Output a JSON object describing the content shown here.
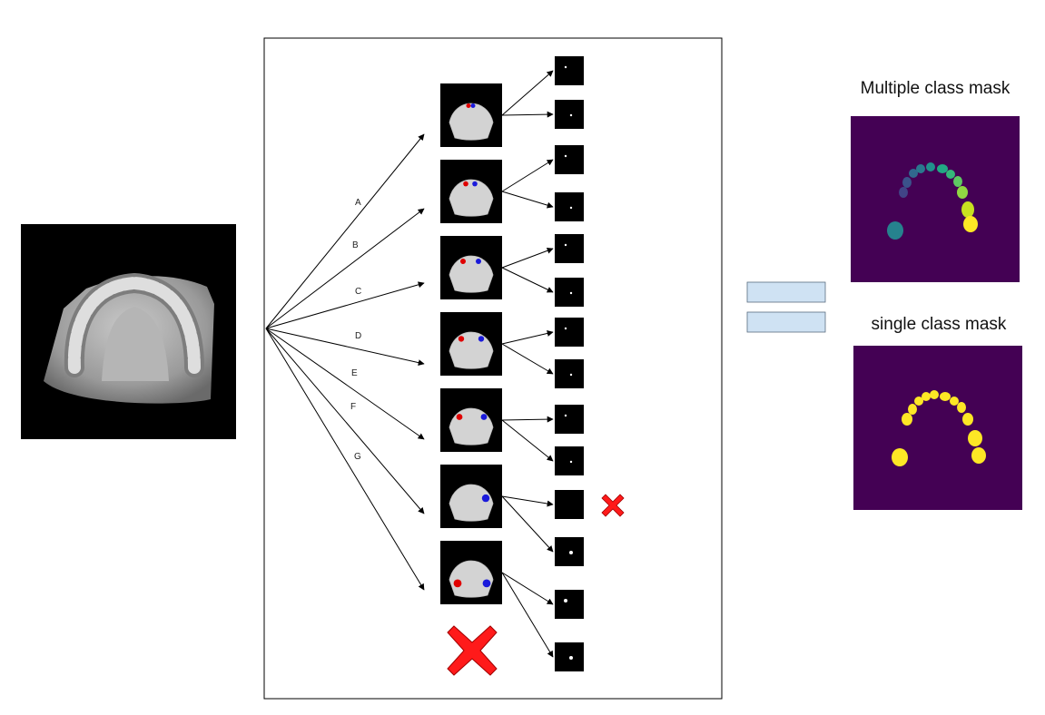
{
  "branches": [
    {
      "label": "A",
      "left_dot": "red",
      "right_dot": "blue",
      "left_crop_visible": true
    },
    {
      "label": "B",
      "left_dot": "red",
      "right_dot": "blue",
      "left_crop_visible": true
    },
    {
      "label": "C",
      "left_dot": "red",
      "right_dot": "blue",
      "left_crop_visible": true
    },
    {
      "label": "D",
      "left_dot": "red",
      "right_dot": "blue",
      "left_crop_visible": true
    },
    {
      "label": "E",
      "left_dot": "red",
      "right_dot": "blue",
      "left_crop_visible": true
    },
    {
      "label": "F",
      "left_dot": "none",
      "right_dot": "blue",
      "left_crop_visible": false
    },
    {
      "label": "G",
      "left_dot": "red",
      "right_dot": "blue",
      "left_crop_visible": true
    }
  ],
  "masks": {
    "multi_title": "Multiple class mask",
    "single_title": "single class mask"
  },
  "colors": {
    "mask_background": "#440154",
    "single_class": "#fde725",
    "marker_red": "#e00000",
    "marker_blue": "#1a1adb",
    "reject_red": "#ff1a1a",
    "arch_gray": "#d3d3d3",
    "legend_box_fill": "#cfe2f3"
  },
  "icons": {
    "reject": "x-mark-icon"
  }
}
